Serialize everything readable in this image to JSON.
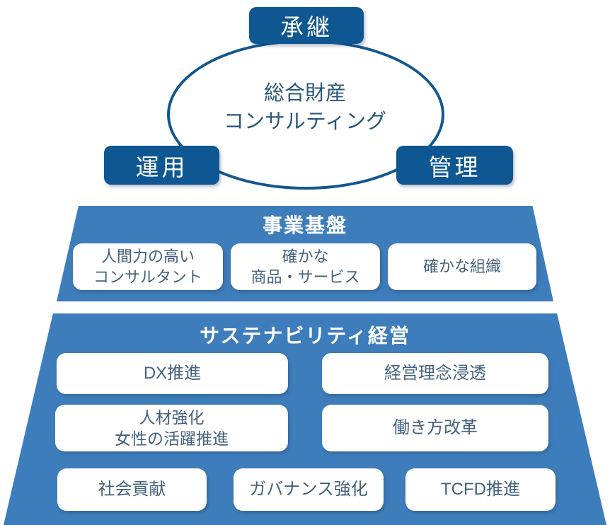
{
  "colors": {
    "pill_dark_blue": "#0e5793",
    "trapezoid_blue": "#3e7dbb",
    "ellipse_border_blue": "#14578f",
    "box_text_blue_gray": "#44617c",
    "center_text_blue": "#2b5878",
    "background": "#ffffff"
  },
  "top": {
    "center": {
      "line1": "総合財産",
      "line2": "コンサルティング"
    },
    "pill_succession": "承継",
    "pill_operation": "運用",
    "pill_management": "管理"
  },
  "foundation": {
    "title": "事業基盤",
    "box_consultant": {
      "line1": "人間力の高い",
      "line2": "コンサルタント"
    },
    "box_products": {
      "line1": "確かな",
      "line2": "商品・サービス"
    },
    "box_organization": {
      "line1": "確かな組織"
    }
  },
  "sustainability": {
    "title": "サステナビリティ経営",
    "box_dx": "DX推進",
    "box_philosophy": "経営理念浸透",
    "box_hr": {
      "line1": "人材強化",
      "line2": "女性の活躍推進"
    },
    "box_workstyle": "働き方改革",
    "box_social": "社会貢献",
    "box_governance": "ガバナンス強化",
    "box_tcfd": "TCFD推進"
  }
}
